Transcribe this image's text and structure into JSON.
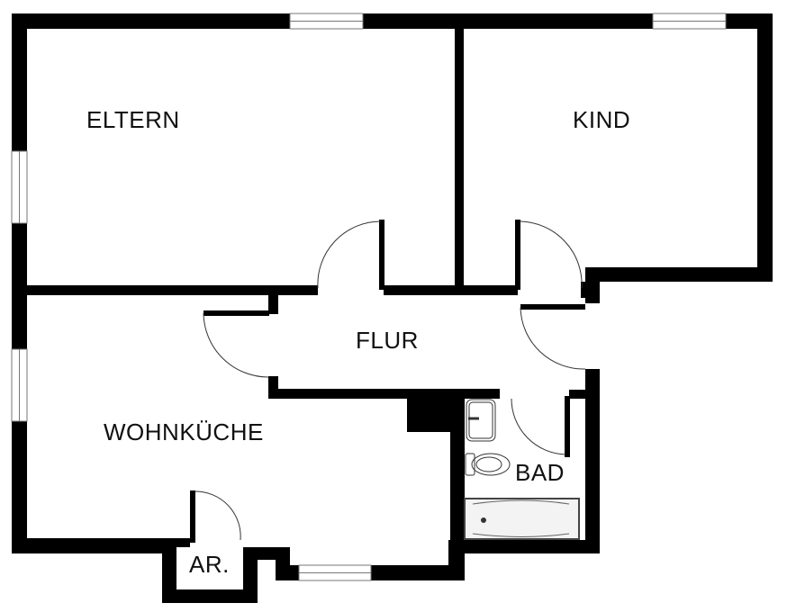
{
  "floorplan": {
    "colors": {
      "wall": "#000000",
      "background": "#ffffff",
      "window_line": "#777777",
      "fixture_line": "#333333",
      "door_swing": "#333333"
    },
    "rooms": [
      {
        "id": "eltern",
        "label": "ELTERN"
      },
      {
        "id": "kind",
        "label": "KIND"
      },
      {
        "id": "flur",
        "label": "FLUR"
      },
      {
        "id": "wohnkueche",
        "label": "WOHNKÜCHE"
      },
      {
        "id": "bad",
        "label": "BAD"
      },
      {
        "id": "abstellraum",
        "label": "AR."
      }
    ],
    "fixtures": [
      {
        "id": "washbasin",
        "label": ""
      },
      {
        "id": "toilet",
        "label": ""
      },
      {
        "id": "bathtub",
        "label": ""
      }
    ]
  }
}
